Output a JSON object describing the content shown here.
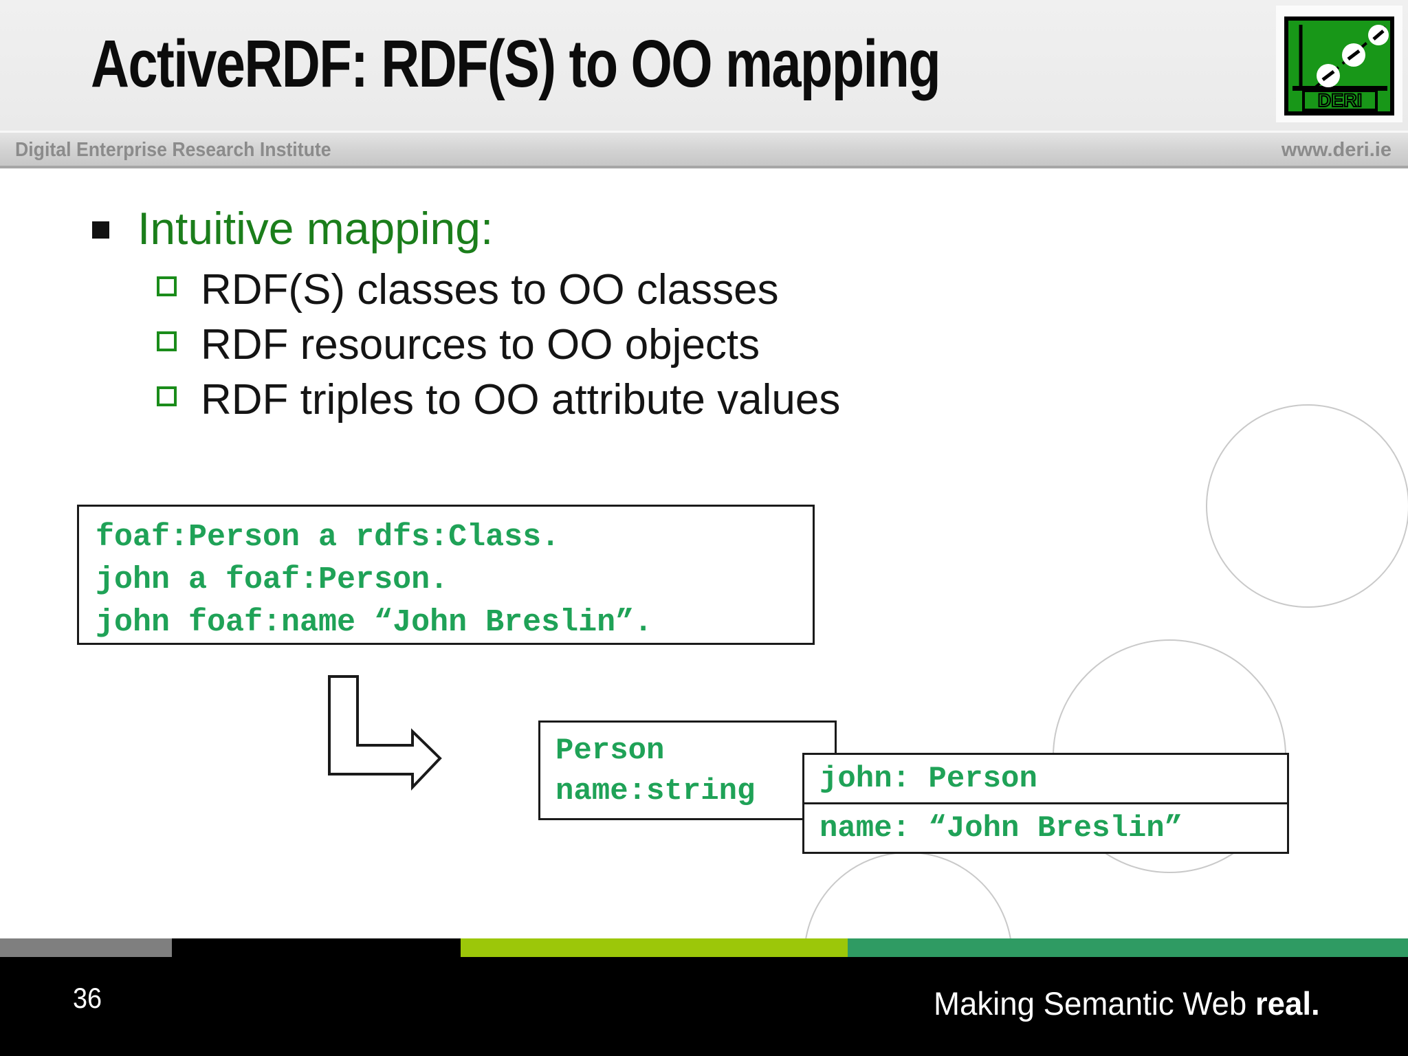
{
  "header": {
    "title": "ActiveRDF: RDF(S) to OO mapping",
    "institute": "Digital Enterprise Research Institute",
    "website": "www.deri.ie",
    "logo_text": "DERI"
  },
  "bullets": {
    "intro": "Intuitive mapping:",
    "items": [
      "RDF(S) classes to OO classes",
      "RDF resources to OO objects",
      "RDF triples to OO attribute values"
    ]
  },
  "code_box": {
    "line1": "foaf:Person a rdfs:Class.",
    "line2": "john a foaf:Person.",
    "line3": "john foaf:name “John Breslin”."
  },
  "person_box": {
    "line1": "Person",
    "line2": "name:string"
  },
  "john_box": {
    "row1": "john: Person",
    "row2": "name: “John Breslin”"
  },
  "footer": {
    "page_number": "36",
    "tagline": "Making Semantic Web ",
    "tagline_bold": "real."
  },
  "colors": {
    "code_green": "#1fa257",
    "bullet_green": "#1b7e1b",
    "bullet_square_green": "#1a8c1a",
    "logo_green": "#189718",
    "stripe_gray": "#7f7f7f",
    "stripe_black": "#000000",
    "stripe_lime": "#9cc709",
    "stripe_teal": "#2f9b63",
    "circle_stroke": "#c9c9c9",
    "header_text_gray": "#8b8b8b"
  }
}
